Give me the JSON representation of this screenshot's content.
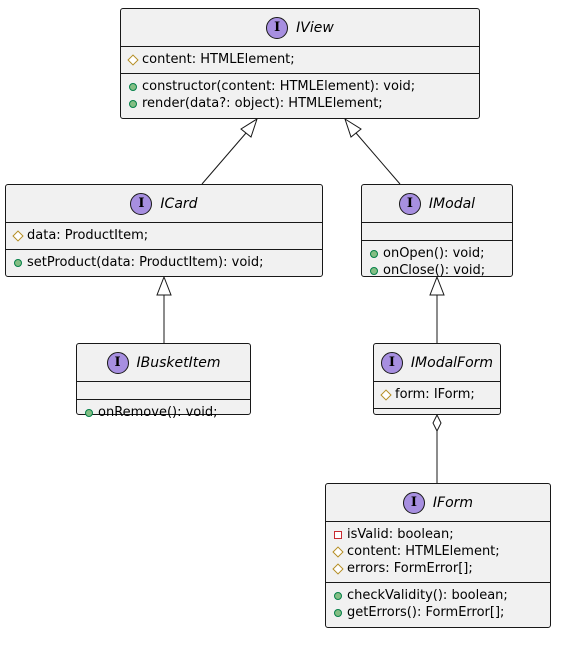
{
  "colors": {
    "box_fill": "#f1f1f1",
    "border": "#181818",
    "interface_badge": "#a78fe0",
    "public_marker": "#84be84",
    "protected_marker": "#b38d22",
    "private_marker": "#c82930"
  },
  "badge_letter": "I",
  "interfaces": {
    "iview": {
      "name": "IView",
      "fields": [
        {
          "visibility": "protected",
          "text": "content: HTMLElement;"
        }
      ],
      "methods": [
        {
          "visibility": "public",
          "text": "constructor(content: HTMLElement): void;"
        },
        {
          "visibility": "public",
          "text": "render(data?: object): HTMLElement;"
        }
      ]
    },
    "icard": {
      "name": "ICard",
      "fields": [
        {
          "visibility": "protected",
          "text": "data: ProductItem;"
        }
      ],
      "methods": [
        {
          "visibility": "public",
          "text": "setProduct(data: ProductItem): void;"
        }
      ]
    },
    "imodal": {
      "name": "IModal",
      "fields": [],
      "methods": [
        {
          "visibility": "public",
          "text": "onOpen(): void;"
        },
        {
          "visibility": "public",
          "text": "onClose(): void;"
        }
      ]
    },
    "ibasketitem": {
      "name": "IBusketItem",
      "fields": [],
      "methods": [
        {
          "visibility": "public",
          "text": "onRemove(): void;"
        }
      ]
    },
    "imodalform": {
      "name": "IModalForm",
      "fields": [
        {
          "visibility": "protected",
          "text": "form: IForm;"
        }
      ],
      "methods": []
    },
    "iform": {
      "name": "IForm",
      "fields": [
        {
          "visibility": "private",
          "text": "isValid: boolean;"
        },
        {
          "visibility": "protected",
          "text": "content: HTMLElement;"
        },
        {
          "visibility": "protected",
          "text": "errors: FormError[];"
        }
      ],
      "methods": [
        {
          "visibility": "public",
          "text": "checkValidity(): boolean;"
        },
        {
          "visibility": "public",
          "text": "getErrors(): FormError[];"
        }
      ]
    }
  },
  "relations": [
    {
      "type": "inheritance",
      "from": "icard",
      "to": "iview"
    },
    {
      "type": "inheritance",
      "from": "imodal",
      "to": "iview"
    },
    {
      "type": "inheritance",
      "from": "ibasketitem",
      "to": "icard"
    },
    {
      "type": "inheritance",
      "from": "imodalform",
      "to": "imodal"
    },
    {
      "type": "aggregation",
      "from": "iform",
      "to": "imodalform"
    }
  ]
}
